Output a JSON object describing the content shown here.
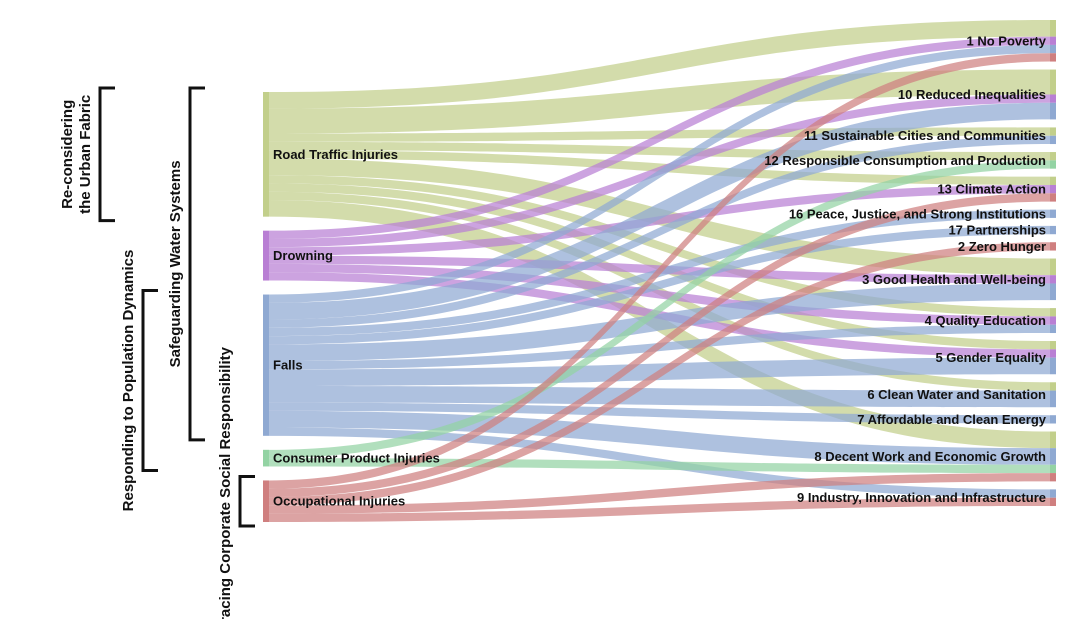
{
  "colors": {
    "road": "#c2cf8b",
    "drowning": "#b97fd4",
    "falls": "#8fa9d2",
    "consumer": "#93d3a3",
    "occupational": "#cf7f7f"
  },
  "sources": [
    {
      "id": "road",
      "label": "Road Traffic Injuries"
    },
    {
      "id": "drowning",
      "label": "Drowning"
    },
    {
      "id": "falls",
      "label": "Falls"
    },
    {
      "id": "consumer",
      "label": "Consumer Product Injuries"
    },
    {
      "id": "occupational",
      "label": "Occupational Injuries"
    }
  ],
  "targets": [
    {
      "id": "t1",
      "label": "1 No Poverty"
    },
    {
      "id": "t10",
      "label": "10 Reduced Inequalities"
    },
    {
      "id": "t11",
      "label": "11 Sustainable Cities and Communities"
    },
    {
      "id": "t12",
      "label": "12 Responsible Consumption and Production"
    },
    {
      "id": "t13",
      "label": "13 Climate Action"
    },
    {
      "id": "t16",
      "label": "16 Peace, Justice, and Strong Institutions"
    },
    {
      "id": "t17",
      "label": "17 Partnerships"
    },
    {
      "id": "t2",
      "label": "2 Zero Hunger"
    },
    {
      "id": "t3",
      "label": "3 Good Health and Well-being"
    },
    {
      "id": "t4",
      "label": "4 Quality Education"
    },
    {
      "id": "t5",
      "label": "5 Gender Equality"
    },
    {
      "id": "t6",
      "label": "6 Clean Water and Sanitation"
    },
    {
      "id": "t7",
      "label": "7 Affordable and Clean Energy"
    },
    {
      "id": "t8",
      "label": "8 Decent Work and Economic Growth"
    },
    {
      "id": "t9",
      "label": "9 Industry, Innovation and Infrastructure"
    }
  ],
  "links": [
    {
      "source": "road",
      "target": "t1",
      "value": 2
    },
    {
      "source": "road",
      "target": "t10",
      "value": 3
    },
    {
      "source": "road",
      "target": "t11",
      "value": 1
    },
    {
      "source": "road",
      "target": "t12",
      "value": 1
    },
    {
      "source": "road",
      "target": "t13",
      "value": 1
    },
    {
      "source": "road",
      "target": "t3",
      "value": 2
    },
    {
      "source": "road",
      "target": "t4",
      "value": 1
    },
    {
      "source": "road",
      "target": "t5",
      "value": 1
    },
    {
      "source": "road",
      "target": "t6",
      "value": 1
    },
    {
      "source": "road",
      "target": "t8",
      "value": 2
    },
    {
      "source": "drowning",
      "target": "t1",
      "value": 1
    },
    {
      "source": "drowning",
      "target": "t10",
      "value": 1
    },
    {
      "source": "drowning",
      "target": "t13",
      "value": 1
    },
    {
      "source": "drowning",
      "target": "t3",
      "value": 1
    },
    {
      "source": "drowning",
      "target": "t4",
      "value": 1
    },
    {
      "source": "drowning",
      "target": "t5",
      "value": 1
    },
    {
      "source": "falls",
      "target": "t1",
      "value": 1
    },
    {
      "source": "falls",
      "target": "t10",
      "value": 2
    },
    {
      "source": "falls",
      "target": "t11",
      "value": 1
    },
    {
      "source": "falls",
      "target": "t16",
      "value": 1
    },
    {
      "source": "falls",
      "target": "t17",
      "value": 1
    },
    {
      "source": "falls",
      "target": "t3",
      "value": 2
    },
    {
      "source": "falls",
      "target": "t4",
      "value": 1
    },
    {
      "source": "falls",
      "target": "t5",
      "value": 2
    },
    {
      "source": "falls",
      "target": "t6",
      "value": 2
    },
    {
      "source": "falls",
      "target": "t7",
      "value": 1
    },
    {
      "source": "falls",
      "target": "t8",
      "value": 2
    },
    {
      "source": "falls",
      "target": "t9",
      "value": 1
    },
    {
      "source": "consumer",
      "target": "t12",
      "value": 1
    },
    {
      "source": "consumer",
      "target": "t8",
      "value": 1
    },
    {
      "source": "occupational",
      "target": "t1",
      "value": 1
    },
    {
      "source": "occupational",
      "target": "t13",
      "value": 1
    },
    {
      "source": "occupational",
      "target": "t2",
      "value": 1
    },
    {
      "source": "occupational",
      "target": "t8",
      "value": 1
    },
    {
      "source": "occupational",
      "target": "t9",
      "value": 1
    }
  ],
  "groups": [
    {
      "id": "g1",
      "label_lines": [
        "Re-considering",
        "the Urban Fabric"
      ],
      "from": "road",
      "to": "road"
    },
    {
      "id": "g2",
      "label_lines": [
        "Responding to Population Dynamics"
      ],
      "from": "falls",
      "to": "consumer"
    },
    {
      "id": "g3",
      "label_lines": [
        "Safeguarding Water Systems"
      ],
      "from": "road",
      "to": "falls"
    },
    {
      "id": "g4",
      "label_lines": [
        "Embracing Corporate Social Responsibility"
      ],
      "from": "occupational",
      "to": "occupational"
    }
  ]
}
